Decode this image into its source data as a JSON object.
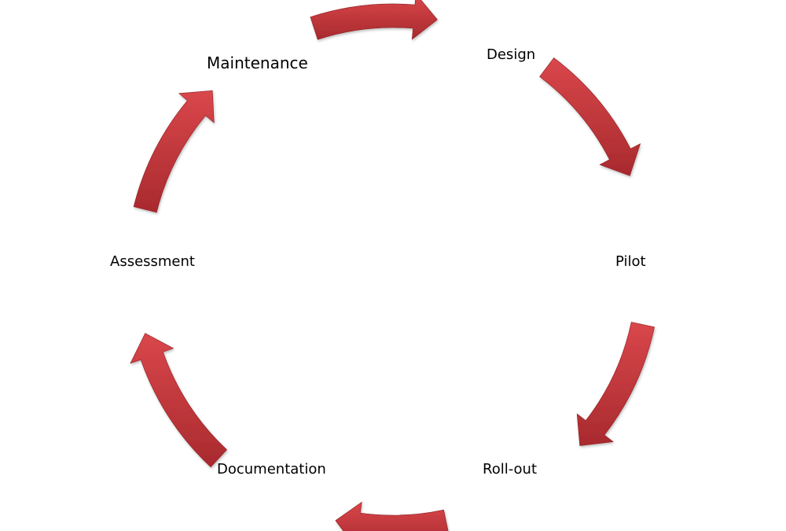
{
  "diagram": {
    "stages": [
      {
        "key": "maintenance",
        "label": "Maintenance"
      },
      {
        "key": "design",
        "label": "Design"
      },
      {
        "key": "pilot",
        "label": "Pilot"
      },
      {
        "key": "rollout",
        "label": "Roll-out"
      },
      {
        "key": "documentation",
        "label": "Documentation"
      },
      {
        "key": "assessment",
        "label": "Assessment"
      }
    ],
    "arrow_color": "#c9363a",
    "arrow_dark": "#8f1e22"
  }
}
